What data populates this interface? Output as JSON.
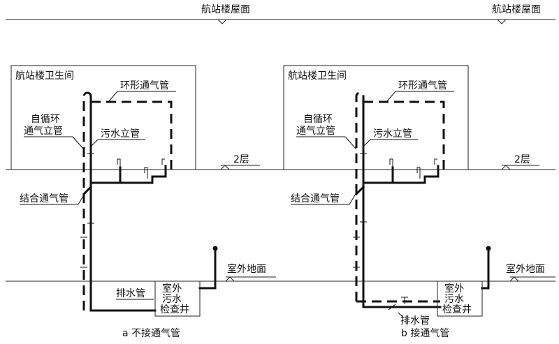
{
  "panels": [
    {
      "roof": "航站楼屋面",
      "washroom": "航站楼卫生间",
      "loop_vent": "环形通气管",
      "self_vent_line1": "自循环",
      "self_vent_line2": "通气立管",
      "soil_stack": "污水立管",
      "floor": "2层",
      "combo_vent": "结合通气管",
      "ground": "室外地面",
      "drain_pipe": "排水管",
      "well_line1": "室外",
      "well_line2": "污水",
      "well_line3": "检查井",
      "caption": "a 不接通气管"
    },
    {
      "roof": "航站楼屋面",
      "washroom": "航站楼卫生间",
      "loop_vent": "环形通气管",
      "self_vent_line1": "自循环",
      "self_vent_line2": "通气立管",
      "soil_stack": "污水立管",
      "floor": "2层",
      "combo_vent": "结合通气管",
      "ground": "室外地面",
      "drain_pipe": "排水管",
      "well_line1": "室外",
      "well_line2": "污水",
      "well_line3": "检查井",
      "caption": "b 接通气管"
    }
  ]
}
